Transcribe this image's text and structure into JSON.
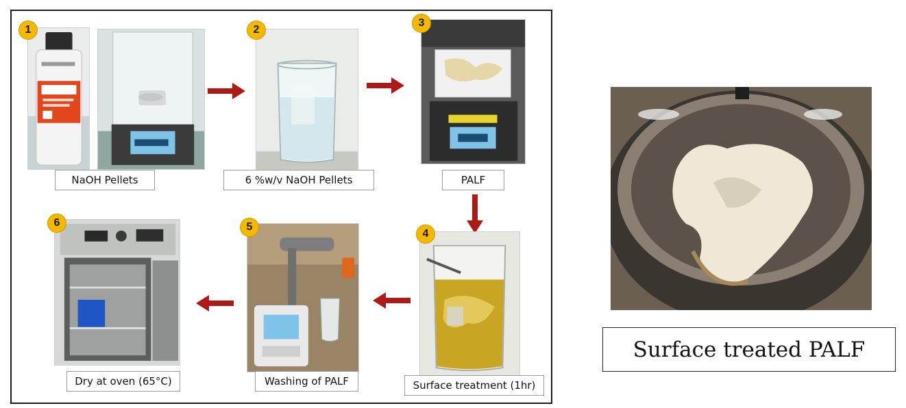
{
  "steps": [
    {
      "number": "1",
      "label": "NaOH Pellets"
    },
    {
      "number": "2",
      "label": "6 %w/v NaOH Pellets"
    },
    {
      "number": "3",
      "label": "PALF"
    },
    {
      "number": "4",
      "label": "Surface treatment (1hr)"
    },
    {
      "number": "5",
      "label": "Washing of PALF"
    },
    {
      "number": "6",
      "label": "Dry at oven (65°C)"
    }
  ],
  "result": {
    "label": "Surface treated PALF"
  },
  "colors": {
    "arrow": "#b01a16",
    "badge": "#f5b800",
    "frame": "#1a1a1a"
  }
}
